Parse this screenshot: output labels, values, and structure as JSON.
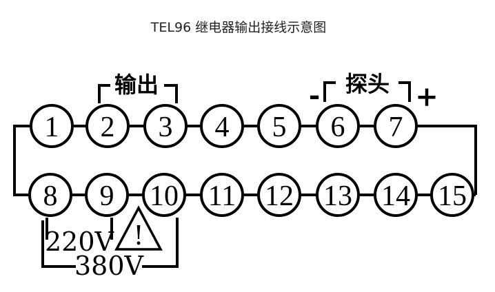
{
  "title": "TEL96 继电器输出接线示意图",
  "labels": {
    "output": "输出",
    "probe": "探头",
    "minus": "-",
    "plus": "+",
    "v220": "220V",
    "v380": "380V",
    "warning": "!"
  },
  "terminals_top": [
    "1",
    "2",
    "3",
    "4",
    "5",
    "6",
    "7"
  ],
  "terminals_bottom": [
    "8",
    "9",
    "10",
    "11",
    "12",
    "13",
    "14",
    "15"
  ],
  "colors": {
    "line": "#000000",
    "title": "#222222",
    "background": "#ffffff"
  }
}
